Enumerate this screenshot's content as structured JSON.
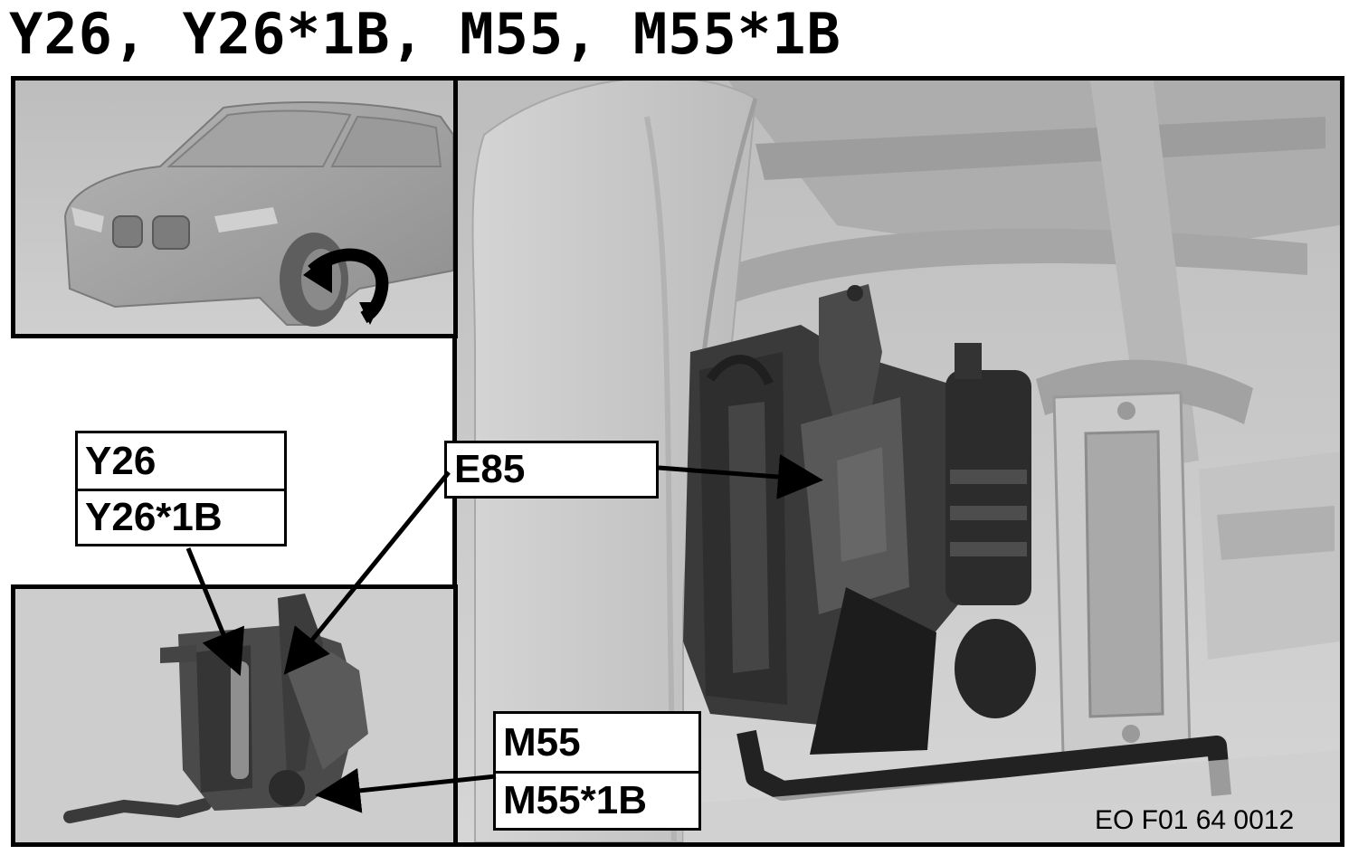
{
  "title": "Y26, Y26*1B, M55, M55*1B",
  "labels": {
    "y26": {
      "line1": "Y26",
      "line2": "Y26*1B"
    },
    "e85": {
      "line1": "E85"
    },
    "m55": {
      "line1": "M55",
      "line2": "M55*1B"
    }
  },
  "figure_code": "EO F01 64 0012"
}
